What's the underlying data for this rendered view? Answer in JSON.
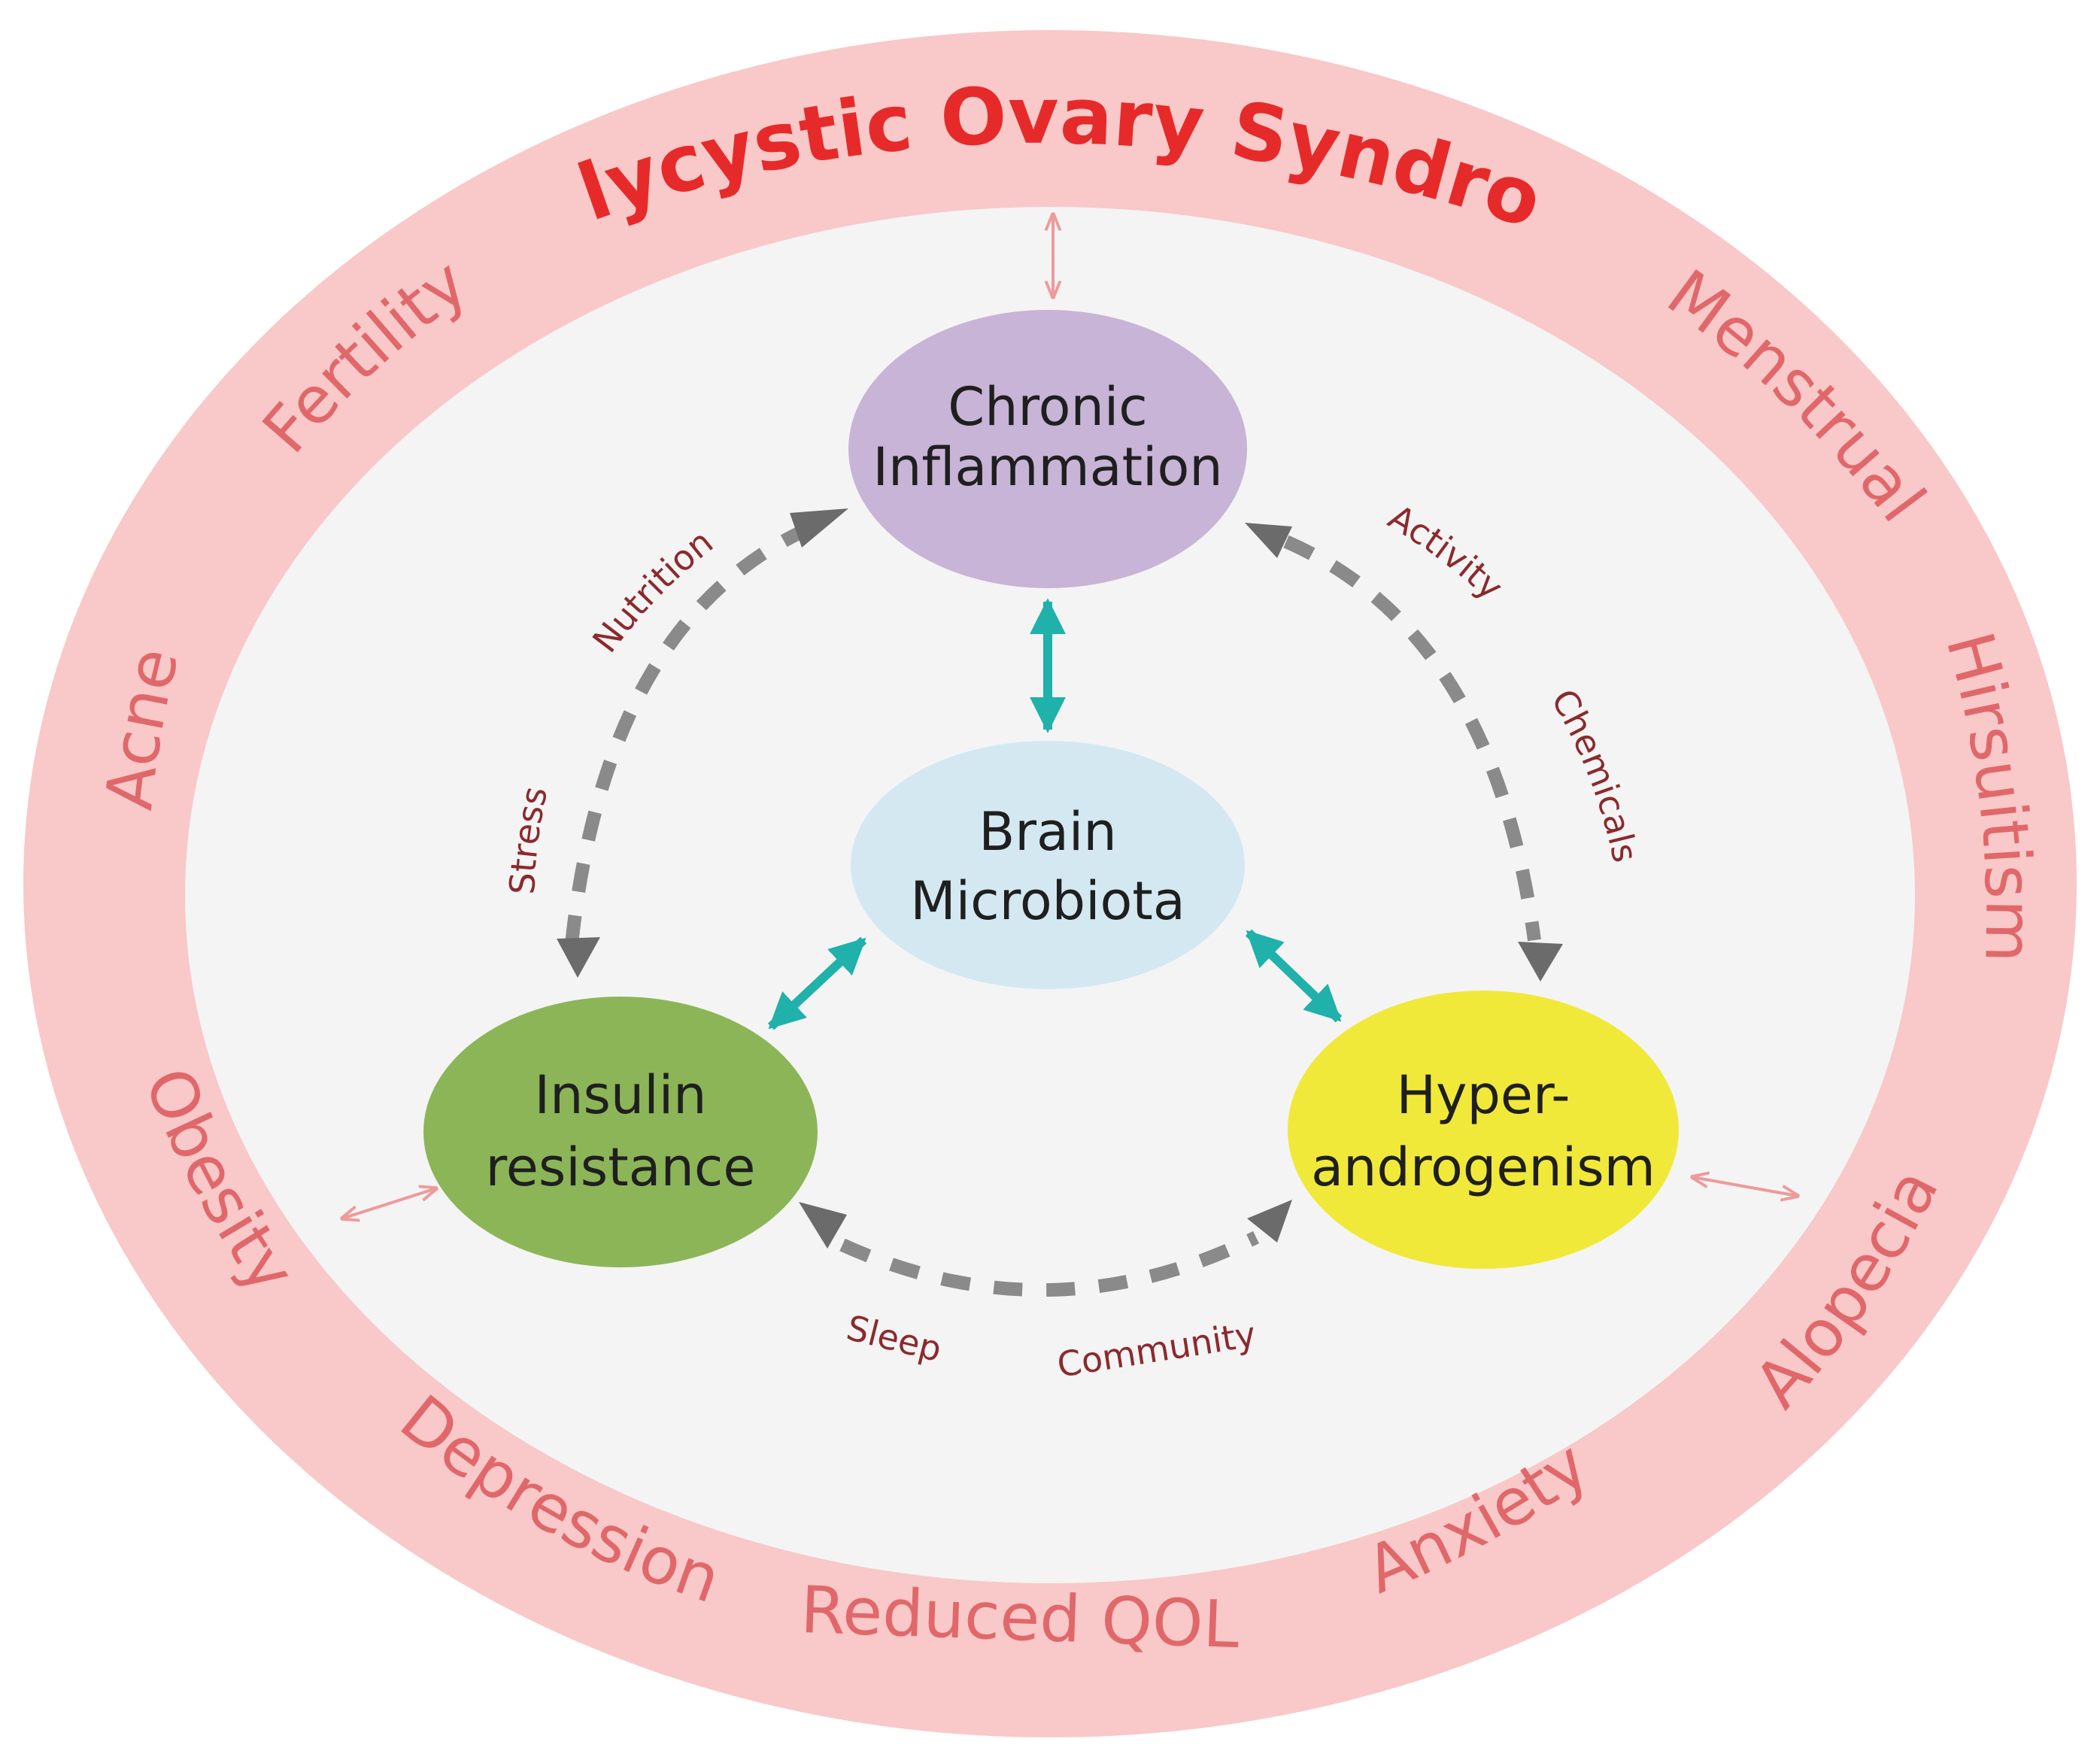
{
  "title": "Polycystic Ovary Syndrome",
  "outcomes": [
    "Fertility",
    "Menstrual",
    "Acne",
    "Hirsuitism",
    "Obesity",
    "Alopecia",
    "Depression",
    "Anxiety",
    "Reduced QOL"
  ],
  "nodes": {
    "chronic_inflammation": {
      "line1": "Chronic",
      "line2": "Inflammation"
    },
    "brain_microbiota": {
      "line1": "Brain",
      "line2": "Microbiota"
    },
    "insulin_resistance": {
      "line1": "Insulin",
      "line2": "resistance"
    },
    "hyperandrogenism": {
      "line1": "Hyper-",
      "line2": "androgenism"
    }
  },
  "factors": {
    "nutrition": "Nutrition",
    "stress": "Stress",
    "activity": "Activity",
    "chemicals": "Chemicals",
    "sleep": "Sleep",
    "community": "Community"
  },
  "colors": {
    "ring": "#f9c8c8",
    "inner": "#f4f4f4",
    "title": "#e62a2a",
    "outcome_text": "#e0686a",
    "chronic_inflammation": "#c8b4d6",
    "brain_microbiota": "#d4e8f2",
    "insulin_resistance": "#8cb558",
    "hyperandrogenism": "#f0e93a",
    "teal_arrow": "#1fb1aa",
    "dashed_arrow": "#8a8a8a",
    "factor_text": "#8b2a2e"
  }
}
